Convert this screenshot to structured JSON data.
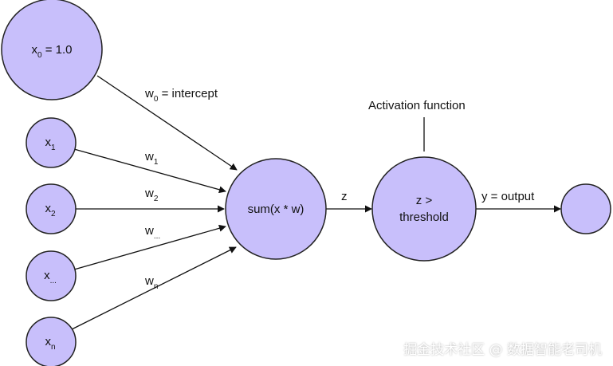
{
  "inputs": [
    {
      "base": "x",
      "sub": "0",
      "suffix": " = 1.0"
    },
    {
      "base": "x",
      "sub": "1",
      "suffix": ""
    },
    {
      "base": "x",
      "sub": "2",
      "suffix": ""
    },
    {
      "base": "x",
      "sub": "...",
      "suffix": ""
    },
    {
      "base": "x",
      "sub": "n",
      "suffix": ""
    }
  ],
  "weights": [
    {
      "base": "w",
      "sub": "0",
      "suffix": " = intercept"
    },
    {
      "base": "w",
      "sub": "1",
      "suffix": ""
    },
    {
      "base": "w",
      "sub": "2",
      "suffix": ""
    },
    {
      "base": "w",
      "sub": "...",
      "suffix": ""
    },
    {
      "base": "w",
      "sub": "n",
      "suffix": ""
    }
  ],
  "sum_node": {
    "label": "sum(x * w)"
  },
  "z_label": "z",
  "activation_node": {
    "line1": "z >",
    "line2": "threshold"
  },
  "activation_label": "Activation function",
  "output_label": "y = output",
  "watermark": "掘金技术社区 @ 数据智能老司机",
  "colors": {
    "node_fill": "#c8bffb",
    "stroke": "#222222"
  }
}
